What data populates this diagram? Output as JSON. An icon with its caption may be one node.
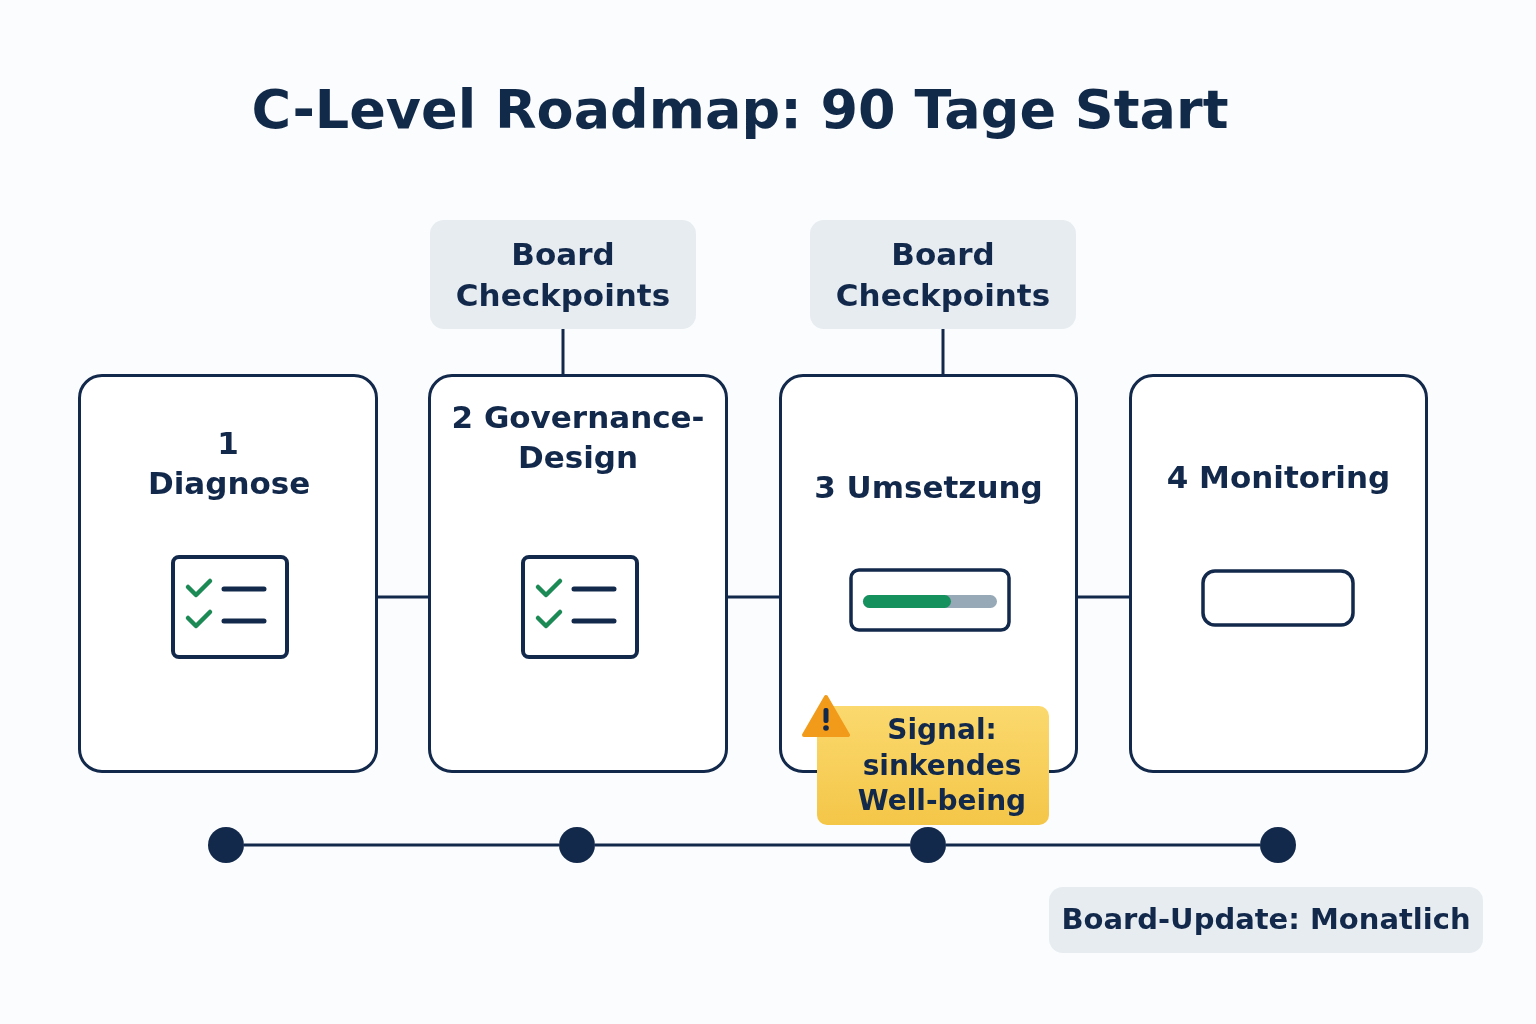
{
  "diagram": {
    "title": "C-Level Roadmap: 90 Tage Start",
    "nodes": [
      {
        "text": [
          "Board Checkpoints"
        ]
      },
      {
        "text": [
          "Board Checkpoints"
        ]
      },
      {
        "text": [
          "1 Diagnose"
        ]
      },
      {
        "text": [
          "2 Governance-Design"
        ]
      },
      {
        "text": [
          "3 Umsetzung"
        ]
      },
      {
        "text": [
          "4 Monitoring"
        ]
      },
      {
        "text": [
          "Signal: sinkendes Well-being"
        ]
      },
      {
        "text": [
          "Board-Update: Monatlich"
        ]
      },
      {
        "text": [],
        "shape": "circle"
      },
      {
        "text": [],
        "shape": "circle"
      },
      {
        "text": [],
        "shape": "circle"
      },
      {
        "text": [],
        "shape": "circle"
      }
    ],
    "edges": [
      {
        "from": 0,
        "to": 3,
        "arrow": "none"
      },
      {
        "from": 1,
        "to": 4,
        "arrow": "none"
      },
      {
        "from": 2,
        "to": 3,
        "arrow": "none"
      },
      {
        "from": 3,
        "to": 4,
        "arrow": "none"
      },
      {
        "from": 4,
        "to": 5,
        "arrow": "none"
      },
      {
        "from": 8,
        "to": 9,
        "arrow": "none"
      },
      {
        "from": 9,
        "to": 10,
        "arrow": "none"
      },
      {
        "from": 10,
        "to": 11,
        "arrow": "none"
      }
    ]
  }
}
